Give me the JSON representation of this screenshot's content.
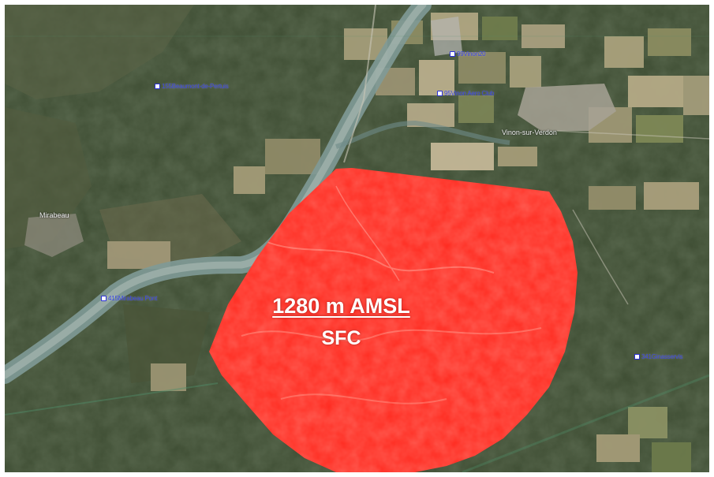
{
  "map": {
    "type": "satellite",
    "colors": {
      "forest": "#3e4d33",
      "river": "#7f9a97",
      "fields": "#9f9a79",
      "restricted_zone": "#ff2a1f",
      "label": "#3a44e8"
    }
  },
  "restricted_zone": {
    "upper_limit": "1280 m AMSL",
    "lower_limit": "SFC"
  },
  "towns": [
    {
      "name": "Mirabeau"
    },
    {
      "name": "Vinon-sur-Verdon"
    }
  ],
  "pois": [
    {
      "label": "155Beaumont-de-Pertuis",
      "icon": "waypoint-icon"
    },
    {
      "label": "99Vinon20",
      "icon": "waypoint-icon"
    },
    {
      "label": "95Vinon Aero Club",
      "icon": "waypoint-icon"
    },
    {
      "label": "415Mirabeau Pont",
      "icon": "waypoint-icon"
    },
    {
      "label": "341Ginasservis",
      "icon": "waypoint-icon"
    }
  ]
}
